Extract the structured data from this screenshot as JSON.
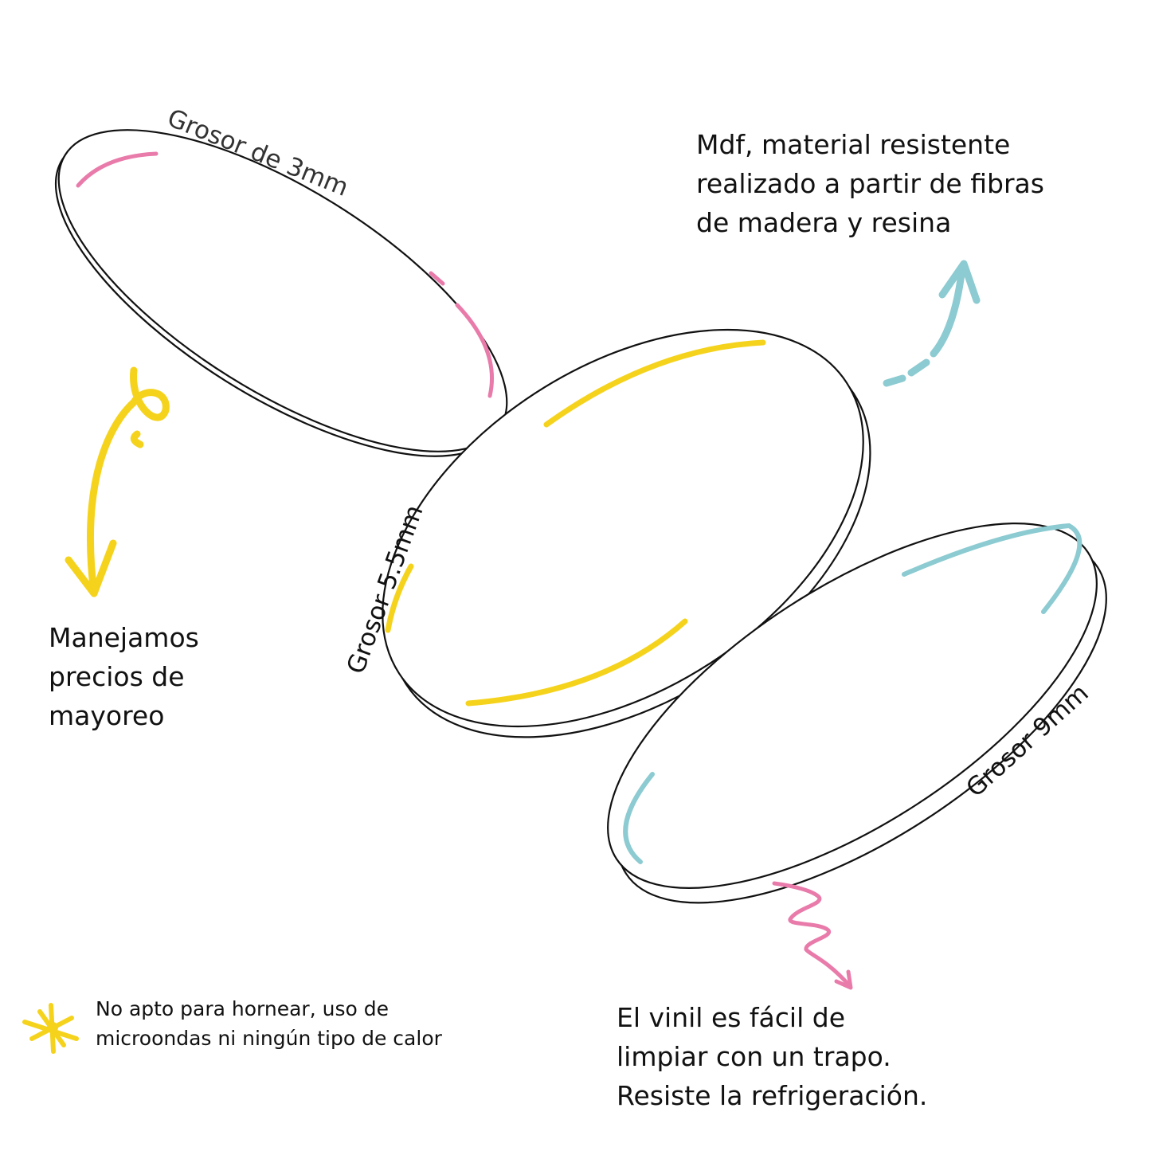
{
  "labels": {
    "thickness_3mm": "Grosor de 3mm",
    "thickness_5_5mm": "Grosor 5.5mm",
    "thickness_9mm": "Grosor 9mm"
  },
  "mdf_note": {
    "lines": [
      "Mdf, material resistente",
      "realizado a partir de fibras",
      "de madera y resina"
    ]
  },
  "wholesale_note": {
    "lines": [
      "Manejamos",
      "precios de",
      "mayoreo"
    ]
  },
  "vinyl_note": {
    "lines": [
      "El vinil es fácil de",
      "limpiar con un trapo.",
      "Resiste la refrigeración."
    ]
  },
  "warning_note": {
    "icon": "sparkle-star-icon",
    "lines": [
      "No apto para hornear, uso de",
      "microondas ni ningún tipo de calor"
    ]
  },
  "colors": {
    "pink": "#E97BAA",
    "yellow": "#F5D31C",
    "teal": "#8CCBD1",
    "outline": "#111111"
  }
}
